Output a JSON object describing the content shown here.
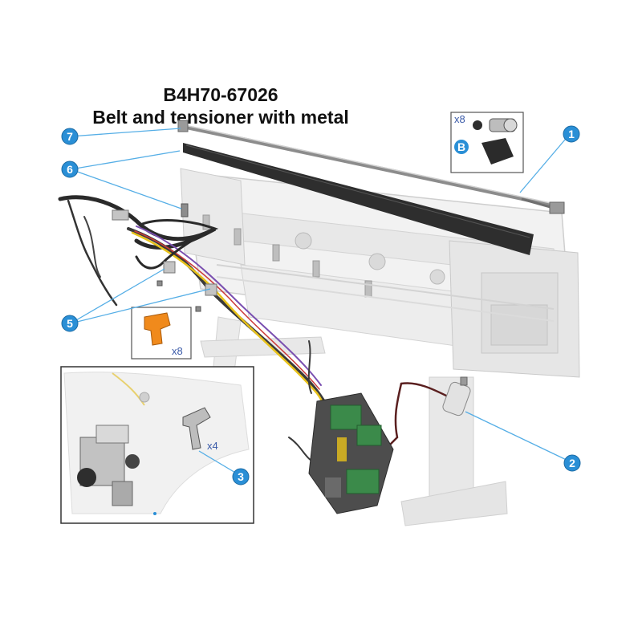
{
  "header": {
    "part_number": "B4H70-67026",
    "description": "Belt and tensioner with metal"
  },
  "callouts": [
    "1",
    "2",
    "3",
    "5",
    "6",
    "7"
  ],
  "inset_b": {
    "letter": "B",
    "quantity": "x8"
  },
  "inset_5": {
    "quantity": "x8"
  },
  "inset_3": {
    "quantity": "x4"
  },
  "colors": {
    "callout_fill": "#2a8fd6",
    "leader_line": "#55aee6",
    "frame_gray": "#d9d9d9",
    "belt_dark": "#2e2e2e",
    "bracket_orange": "#f08a1c",
    "cable_yellow": "#e8c21a",
    "pcb_green": "#3b8a4a"
  }
}
